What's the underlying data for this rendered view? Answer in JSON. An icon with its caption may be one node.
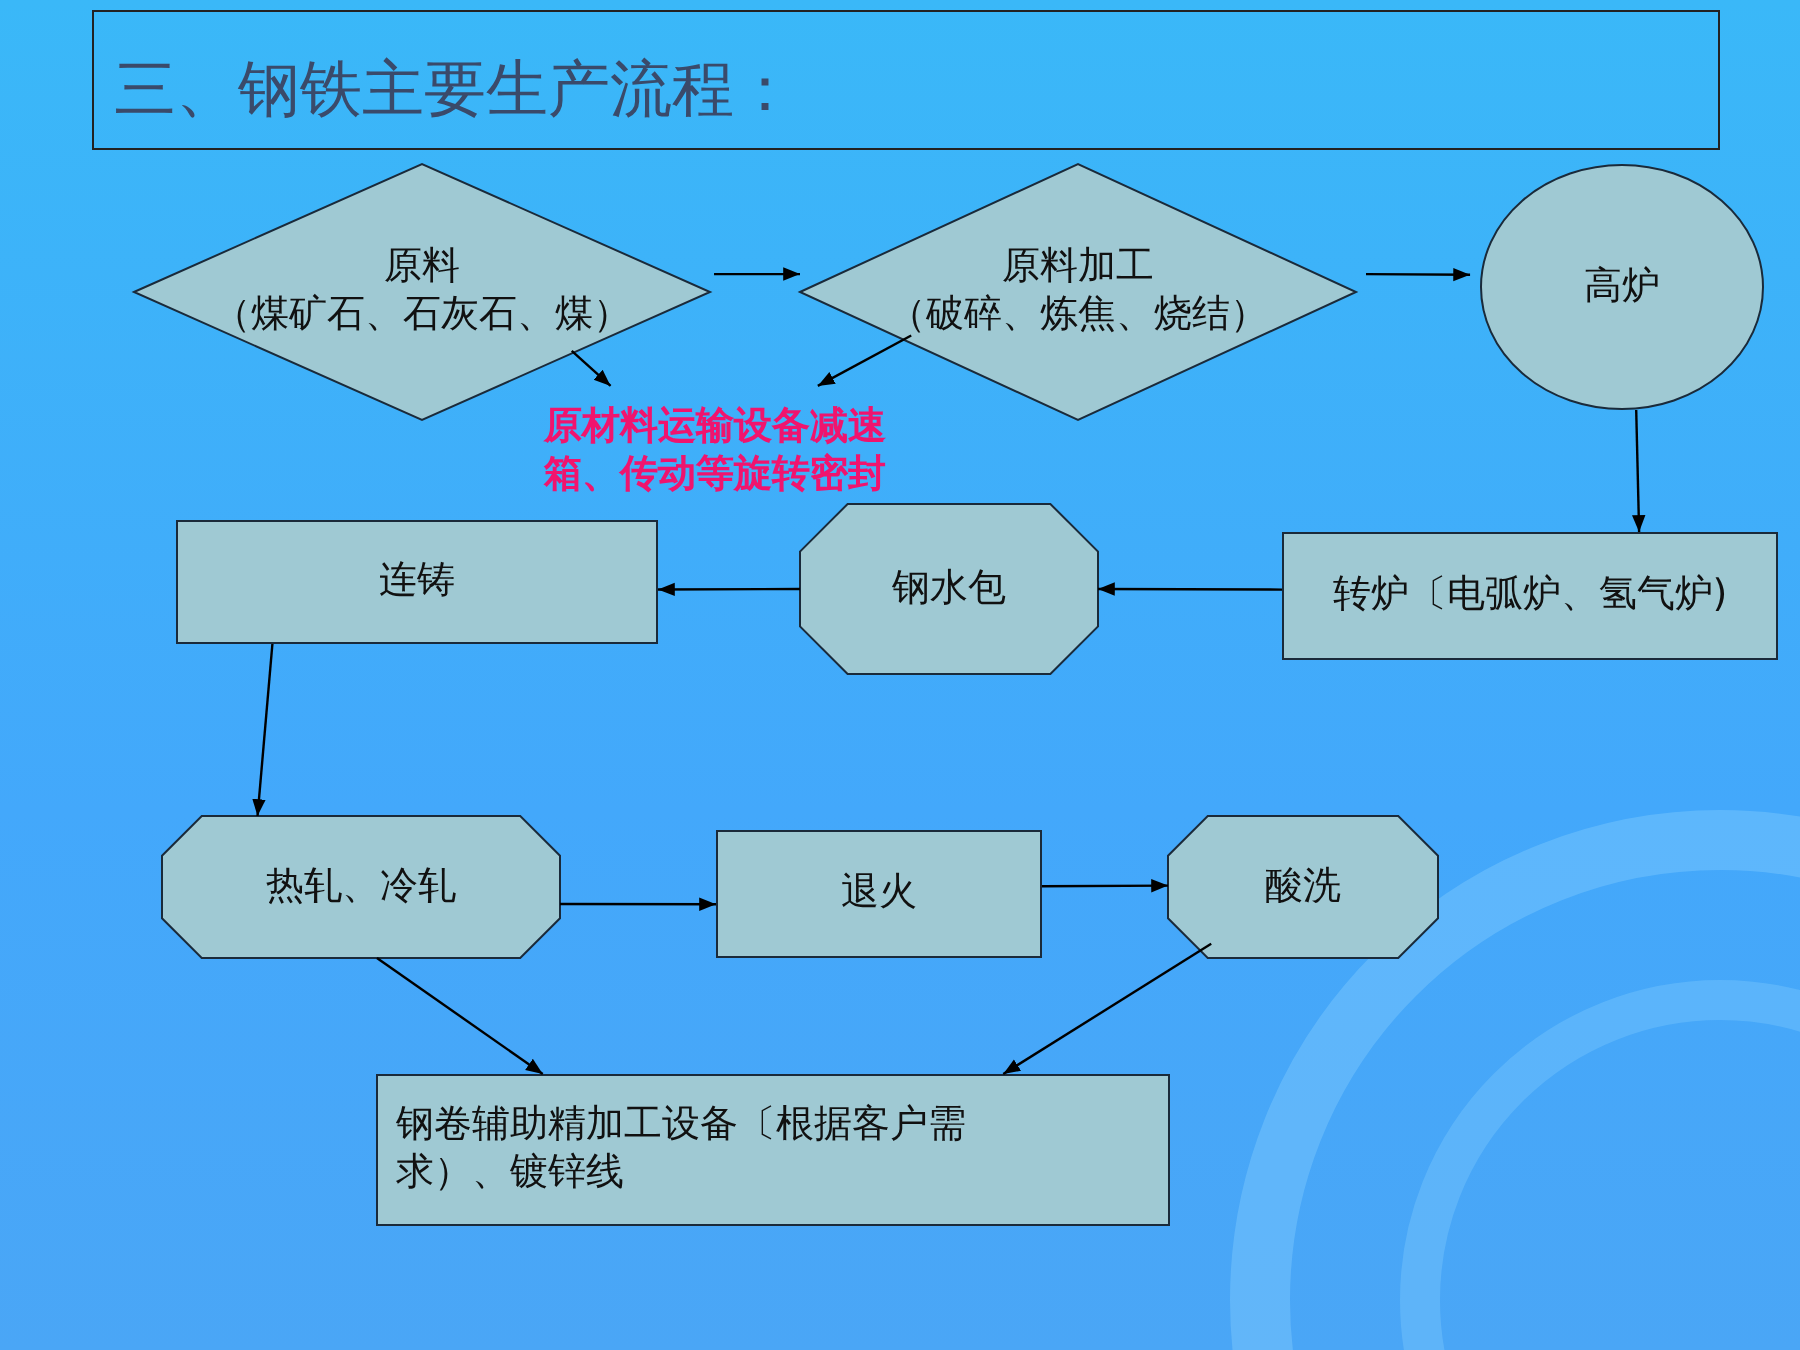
{
  "diagram": {
    "title": "三、钢铁主要生产流程：",
    "nodes": [
      {
        "text": [
          "原料",
          "（煤矿石、石灰石、煤）"
        ]
      },
      {
        "text": [
          "原料加工",
          "（破碎、炼焦、烧结）"
        ]
      },
      {
        "text": [
          "高炉"
        ]
      },
      {
        "text": [
          "原材料运输设备减速箱、传动等旋转密封"
        ]
      },
      {
        "text": [
          "转炉〔电弧炉、氢气炉)"
        ]
      },
      {
        "text": [
          "钢水包"
        ]
      },
      {
        "text": [
          "连铸"
        ]
      },
      {
        "text": [
          "热轧、冷轧"
        ]
      },
      {
        "text": [
          "退火"
        ]
      },
      {
        "text": [
          "酸洗"
        ]
      },
      {
        "text": [
          "钢卷辅助精加工设备〔根据客户需求）、镀锌线"
        ]
      }
    ],
    "edges": [
      {
        "from": 0,
        "to": 1,
        "arrow": "to"
      },
      {
        "from": 1,
        "to": 2,
        "arrow": "to"
      },
      {
        "from": 0,
        "to": 3,
        "arrow": "to"
      },
      {
        "from": 1,
        "to": 3,
        "arrow": "to"
      },
      {
        "from": 2,
        "to": 4,
        "arrow": "to"
      },
      {
        "from": 4,
        "to": 5,
        "arrow": "to"
      },
      {
        "from": 5,
        "to": 6,
        "arrow": "to"
      },
      {
        "from": 6,
        "to": 7,
        "arrow": "to"
      },
      {
        "from": 7,
        "to": 8,
        "arrow": "to"
      },
      {
        "from": 8,
        "to": 9,
        "arrow": "to"
      },
      {
        "from": 7,
        "to": 10,
        "arrow": "to"
      },
      {
        "from": 9,
        "to": 10,
        "arrow": "to"
      }
    ]
  }
}
